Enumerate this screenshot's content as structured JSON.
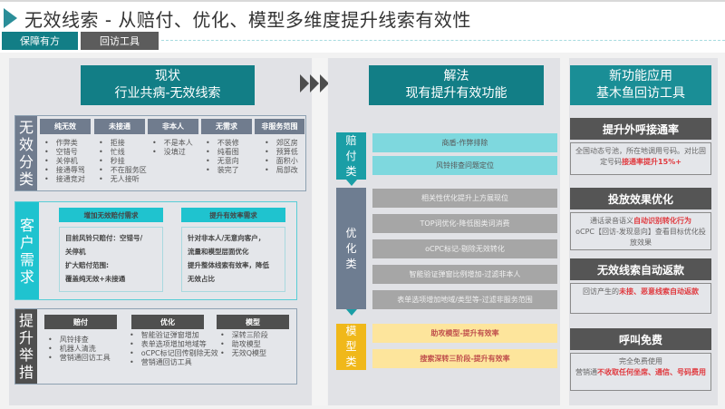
{
  "header": {
    "title": "无效线索 - 从赔付、优化、模型多维度提升线索有效性",
    "tabs": [
      {
        "label": "保障有方",
        "active": true
      },
      {
        "label": "回访工具",
        "active": false
      }
    ]
  },
  "left_panel": {
    "header_line1": "现状",
    "header_line2": "行业共病-无效线索",
    "invalid_classification": {
      "label": [
        "无",
        "效",
        "分",
        "类"
      ],
      "columns": [
        {
          "title": "纯无效",
          "items": [
            "作弊类",
            "空错号",
            "关停机",
            "接通辱骂",
            "接通竞对"
          ]
        },
        {
          "title": "未接通",
          "items": [
            "拒接",
            "忙线",
            "秒挂",
            "不在服务区",
            "无人接听"
          ]
        },
        {
          "title": "非本人",
          "items": [
            "不是本人",
            "没填过"
          ]
        },
        {
          "title": "无需求",
          "items": [
            "不装修",
            "纯看图",
            "无意向",
            "装完了"
          ]
        },
        {
          "title": "非服务范围",
          "items": [
            "郊区房",
            "预算低",
            "面积小",
            "局部改"
          ]
        }
      ]
    },
    "customer_needs": {
      "label": [
        "客",
        "户",
        "需",
        "求"
      ],
      "blocks": [
        {
          "title": "增加无效赔付需求",
          "lines": [
            "目前风铃只赔付：空错号/",
            "关停机",
            "扩大赔付范围:",
            "覆盖纯无效+未接通"
          ]
        },
        {
          "title": "提升有效率需求",
          "lines": [
            "针对非本人/无意向客户，",
            "流量和模型层面优化",
            "提升整体线索有效率，降低",
            "无效占比"
          ]
        }
      ]
    },
    "lift_measures": {
      "label": [
        "提",
        "升",
        "举",
        "措"
      ],
      "columns": [
        {
          "title": "赔付",
          "items": [
            "风铃排查",
            "机器人清洗",
            "营销通回访工具"
          ]
        },
        {
          "title": "优化",
          "items": [
            "智能验证弹窗增加",
            "表单选项增加地域等",
            "oCPC标记回传剔除无效",
            "营销通回访工具"
          ]
        },
        {
          "title": "模型",
          "items": [
            "深转三阶段",
            "助攻模型",
            "无效Q模型"
          ]
        }
      ]
    }
  },
  "middle_panel": {
    "header_line1": "解法",
    "header_line2": "现有提升有效功能",
    "categories": [
      {
        "label": [
          "赔",
          "付",
          "类"
        ],
        "color": "#1a9ea6",
        "items": [
          "商盾-作弊排除",
          "风铃排查问题定位"
        ]
      },
      {
        "label": [
          "优",
          "化",
          "类"
        ],
        "color": "#6e7d91",
        "items": [
          "相关性优化提升上方展现位",
          "TOP词优化-降低图类词消费",
          "oCPC标记-剔除无效转化",
          "智能验证弹窗比例增加-过滤非本人",
          "表单选项增加地域/类型等-过滤非服务范围"
        ]
      },
      {
        "label": [
          "模",
          "型",
          "类"
        ],
        "color": "#f0b81a",
        "items": [
          "助攻模型-提升有效率",
          "搜索深转三阶段-提升有效率"
        ]
      }
    ]
  },
  "right_panel": {
    "header_line1": "新功能应用",
    "header_line2": "基木鱼回访工具",
    "features": [
      {
        "title": "提升外呼接通率",
        "desc": [
          {
            "text": "全国动态号池，所在地调用号码。对比固定号码",
            "red": false
          },
          {
            "text": "接通率提升15%+",
            "red": true
          }
        ]
      },
      {
        "title": "投放效果优化",
        "desc": [
          {
            "text": "通话录音语义",
            "red": false
          },
          {
            "text": "自动识别转化行为",
            "red": true
          },
          {
            "text": "oCPC【回访-发现意向】查看目标优化投放效果",
            "red": false
          }
        ]
      },
      {
        "title": "无效线索自动返款",
        "desc": [
          {
            "text": "回访产生的",
            "red": false
          },
          {
            "text": "未接、恶意线索自动返款",
            "red": true
          }
        ]
      },
      {
        "title": "呼叫免费",
        "desc": [
          {
            "text": "完全免费使用",
            "red": false
          },
          {
            "text": "营销通",
            "red": false
          },
          {
            "text": "不收取任何坐席、通信、号码费用",
            "red": true
          }
        ]
      }
    ]
  },
  "colors": {
    "teal_dark": "#127e86",
    "teal_light": "#7ed8de",
    "cyan": "#1fc3cf",
    "slate": "#707c8e",
    "gold": "#f0b81a",
    "red_highlight": "#e0393e",
    "dark_gray": "#555555"
  }
}
